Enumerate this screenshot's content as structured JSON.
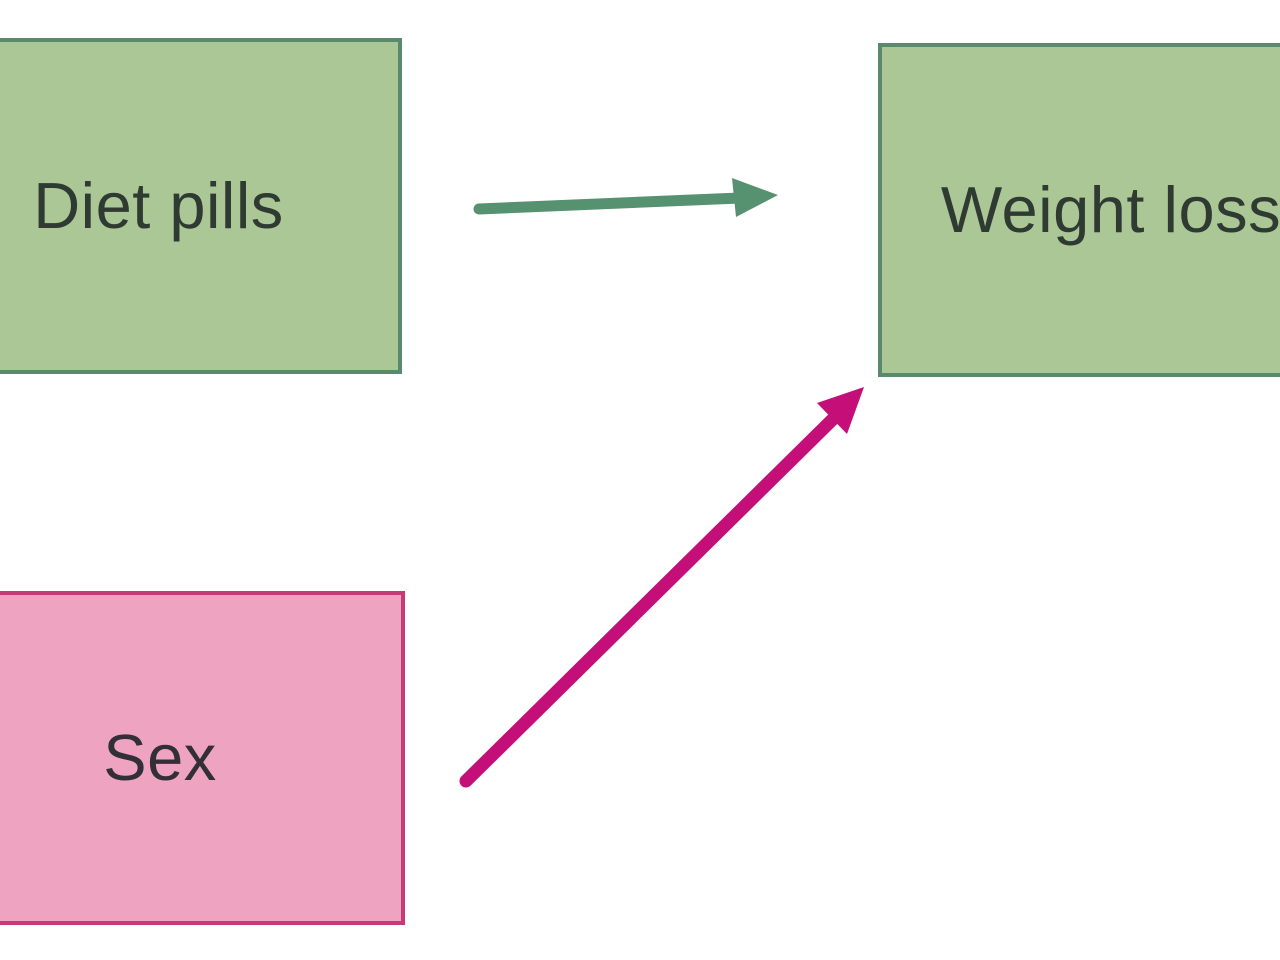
{
  "diagram": {
    "type": "causal-diagram",
    "background_color": "#ffffff",
    "nodes": [
      {
        "id": "diet-pills",
        "label": "Diet pills",
        "fill_color": "#abc795",
        "border_color": "#5a8a6c",
        "text_color": "#2e3a32",
        "position": "top-left, clipped by left edge"
      },
      {
        "id": "weight-loss",
        "label": "Weight loss",
        "fill_color": "#abc795",
        "border_color": "#5a8a6c",
        "text_color": "#2e3a32",
        "position": "top-right, clipped by right edge"
      },
      {
        "id": "sex",
        "label": "Sex",
        "fill_color": "#eea4c1",
        "border_color": "#c73a78",
        "text_color": "#322f38",
        "position": "bottom-left, clipped by left edge"
      }
    ],
    "edges": [
      {
        "from": "diet-pills",
        "to": "weight-loss",
        "color": "#569170",
        "style": "horizontal straight arrow, slight upward tilt"
      },
      {
        "from": "sex",
        "to": "weight-loss",
        "color": "#c40e78",
        "style": "diagonal straight arrow pointing up-right"
      }
    ]
  }
}
